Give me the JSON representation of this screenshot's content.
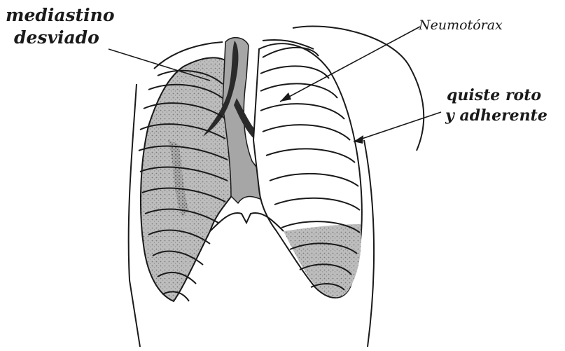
{
  "labels": {
    "mediastino_line1": "mediastino",
    "mediastino_line2": "desviado",
    "neumotorax": "Neumotórax",
    "quiste_line1": "quiste roto",
    "quiste_line2": "y adherente"
  },
  "colors": {
    "ink": "#1a1a1a",
    "shade": "#b9b9b9",
    "shade_dark": "#8a8a8a",
    "paper": "#ffffff"
  }
}
